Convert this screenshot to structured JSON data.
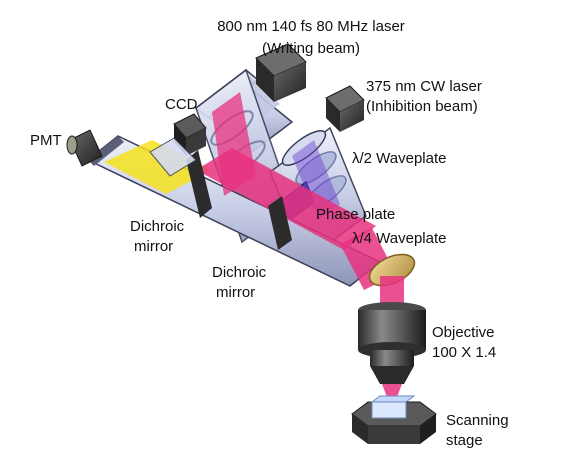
{
  "labels": {
    "writing_laser": "800 nm 140 fs 80 MHz laser",
    "writing_beam": "(Writing beam)",
    "inhibition_laser": "375 nm CW laser",
    "inhibition_beam": "(Inhibition beam)",
    "ccd": "CCD",
    "pmt": "PMT",
    "half_waveplate": "λ/2 Waveplate",
    "phase_plate": "Phase plate",
    "quarter_waveplate": "λ/4 Waveplate",
    "dichroic_mirror_1_line1": "Dichroic",
    "dichroic_mirror_1_line2": "mirror",
    "dichroic_mirror_2_line1": "Dichroic",
    "dichroic_mirror_2_line2": "mirror",
    "objective_line1": "Objective",
    "objective_line2": "100 X 1.4",
    "stage_line1": "Scanning",
    "stage_line2": "stage"
  },
  "colors": {
    "writing_beam": "#e8317f",
    "inhibition_beam": "#6a3fd0",
    "fluorescence_beam": "#f4e21c",
    "tube_body": "#c9cfe6",
    "tube_edge": "#3a3f57",
    "housing": "#3c3c3c",
    "mirror_gold": "#d9b863"
  }
}
